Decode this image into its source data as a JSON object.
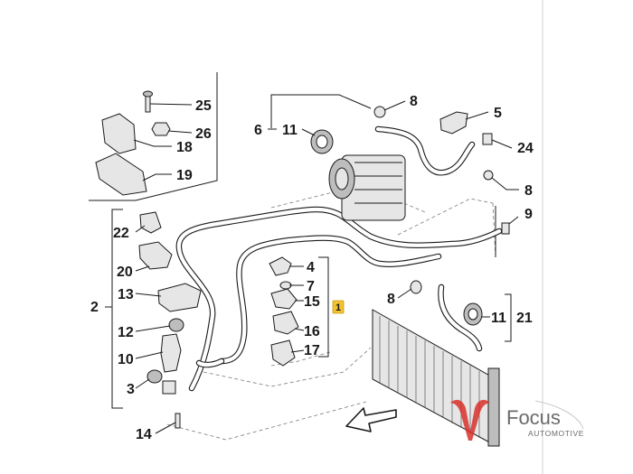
{
  "callouts": {
    "c25": "25",
    "c26": "26",
    "c18": "18",
    "c19": "19",
    "c6": "6",
    "c11a": "11",
    "c8a": "8",
    "c5": "5",
    "c24": "24",
    "c8b": "8",
    "c9": "9",
    "c22": "22",
    "c20": "20",
    "c2": "2",
    "c13": "13",
    "c12": "12",
    "c10": "10",
    "c3": "3",
    "c14": "14",
    "c4": "4",
    "c7": "7",
    "c15": "15",
    "c16": "16",
    "c17": "17",
    "c1": "1",
    "c8c": "8",
    "c11b": "11",
    "c21": "21"
  },
  "logo": {
    "word": "Focus",
    "sub": "AUTOMOTIVE",
    "accent_color": "#d9302a"
  },
  "colors": {
    "line": "#1a1a1a",
    "highlight": "#f2c230"
  }
}
